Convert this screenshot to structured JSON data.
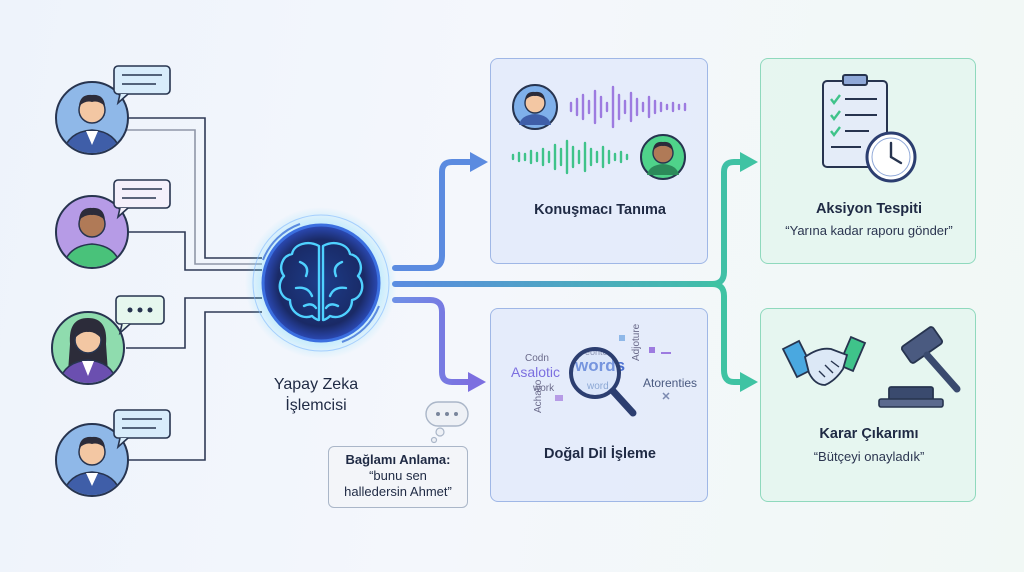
{
  "processor": {
    "label_line1": "Yapay Zeka",
    "label_line2": "İşlemcisi"
  },
  "context": {
    "title": "Bağlamı Anlama:",
    "line1": "“bunu sen",
    "line2": "halledersin Ahmet”"
  },
  "cards": {
    "speaker": {
      "title": "Konuşmacı Tanıma"
    },
    "nlp": {
      "title": "Doğal Dil İşleme",
      "cloud_words": [
        "Codn",
        "Asalotic",
        "work",
        "Achatio",
        "words",
        "word",
        "Adjoture",
        "Atorenties",
        "eonte"
      ]
    },
    "action": {
      "title": "Aksiyon Tespiti",
      "quote": "“Yarına kadar raporu gönder”"
    },
    "decision": {
      "title": "Karar Çıkarımı",
      "quote": "“Bütçeyi onayladık”"
    }
  },
  "colors": {
    "blue_accent": "#5b8be0",
    "green_accent": "#3fc3a3",
    "purple_accent": "#7c6fe0",
    "brain_glow": "#4fd1ff"
  }
}
